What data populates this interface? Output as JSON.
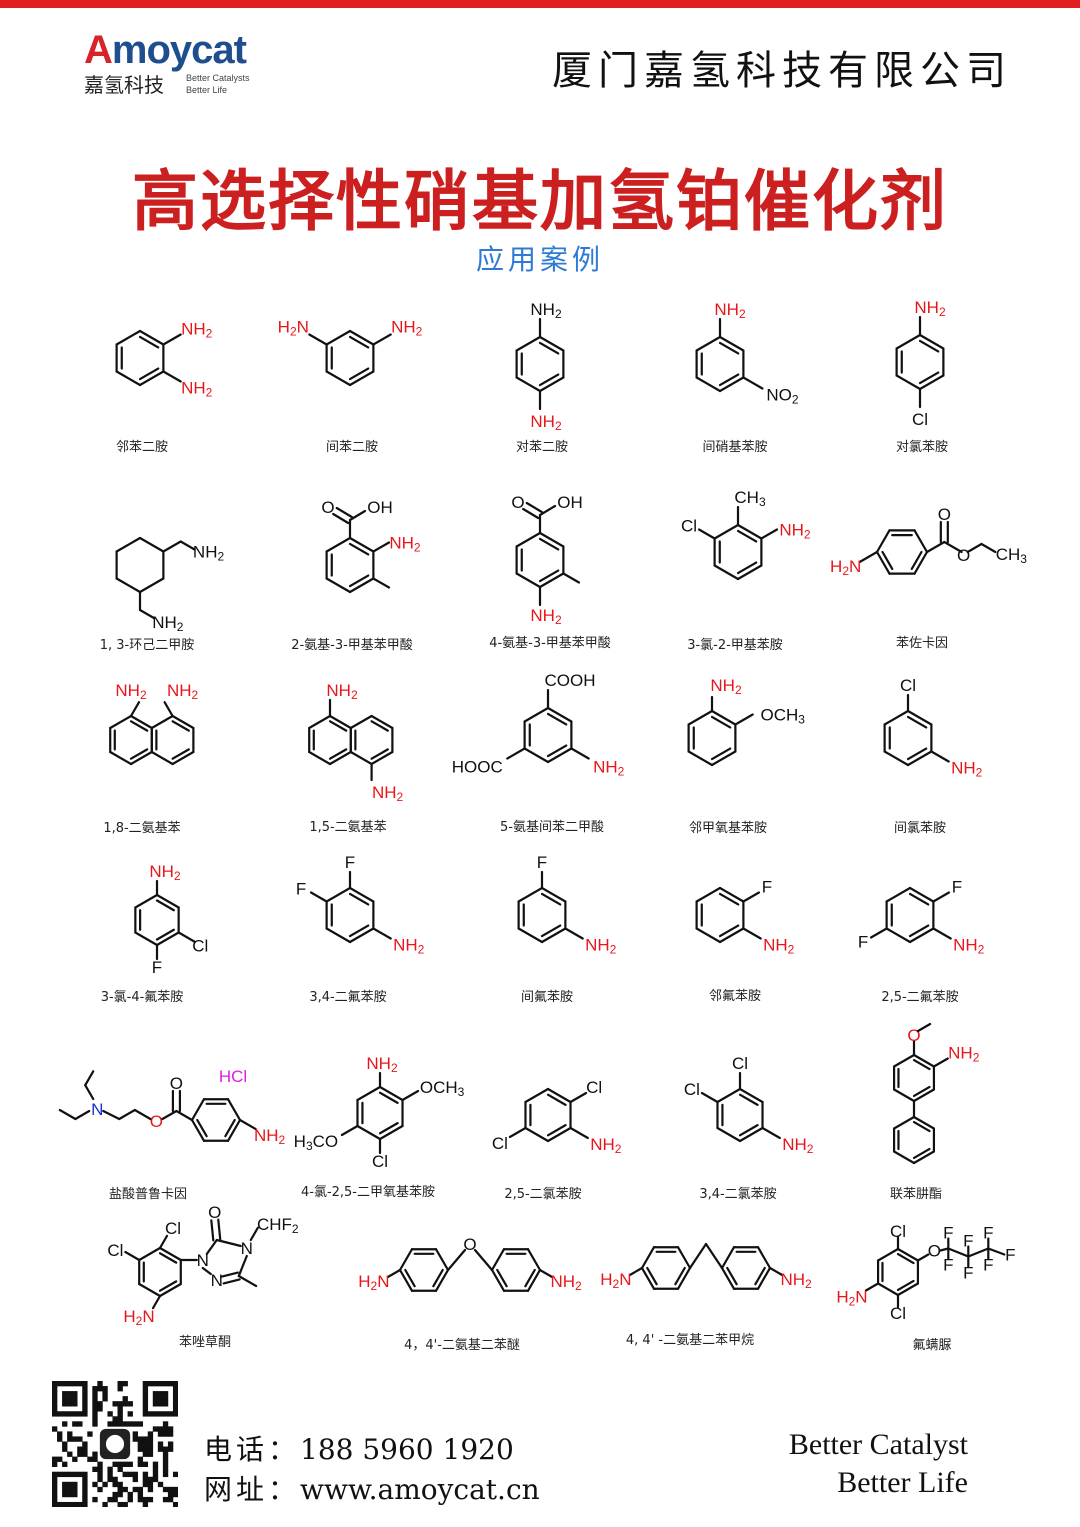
{
  "colors": {
    "accent_red": "#cc1f1f",
    "line_red": "#e02020",
    "subtitle_blue": "#2f7bd4",
    "atom_red": "#e8161b",
    "atom_blue": "#1d2bd9",
    "hcl_magenta": "#e020e0"
  },
  "header": {
    "logo_brand_first": "A",
    "logo_brand_rest": "moycat",
    "logo_cn": "嘉氢科技",
    "logo_slogan_1": "Better Catalysts",
    "logo_slogan_2": "Better Life",
    "company_name": "厦门嘉氢科技有限公司"
  },
  "title": "高选择性硝基加氢铂催化剂",
  "subtitle": "应用案例",
  "compounds": [
    "邻苯二胺",
    "间苯二胺",
    "对苯二胺",
    "间硝基苯胺",
    "对氯苯胺",
    "1, 3-环己二甲胺",
    "2-氨基-3-甲基苯甲酸",
    "4-氨基-3-甲基苯甲酸",
    "3-氯-2-甲基苯胺",
    "苯佐卡因",
    "1,8-二氨基苯",
    "1,5-二氨基苯",
    "5-氨基间苯二甲酸",
    "邻甲氧基苯胺",
    "间氯苯胺",
    "3-氯-4-氟苯胺",
    "3,4-二氟苯胺",
    "间氟苯胺",
    "邻氟苯胺",
    "2,5-二氟苯胺",
    "盐酸普鲁卡因",
    "4-氯-2,5-二甲氧基苯胺",
    "2,5-二氯苯胺",
    "3,4-二氯苯胺",
    "联苯肼酯",
    "苯唑草酮",
    "4，4'-二氨基二苯醚",
    "4, 4' -二氨基二苯甲烷",
    "氟螨脲"
  ],
  "atoms": {
    "nh2": "NH2",
    "h2n": "H2N",
    "no2": "NO2",
    "cl": "Cl",
    "f": "F",
    "o": "O",
    "oh": "OH",
    "ch3": "CH3",
    "cooh": "COOH",
    "hooc": "HOOC",
    "och3": "OCH3",
    "h3co": "H3CO",
    "n": "N",
    "hcl": "HCl",
    "chf2": "CHF2"
  },
  "footer": {
    "phone_label": "电话：",
    "phone": "188 5960 1920",
    "web_label": "网址：",
    "website": "www.amoycat.cn",
    "slogan_1": "Better Catalyst",
    "slogan_2": "Better Life",
    "qr_icon": "qr-code-icon"
  }
}
